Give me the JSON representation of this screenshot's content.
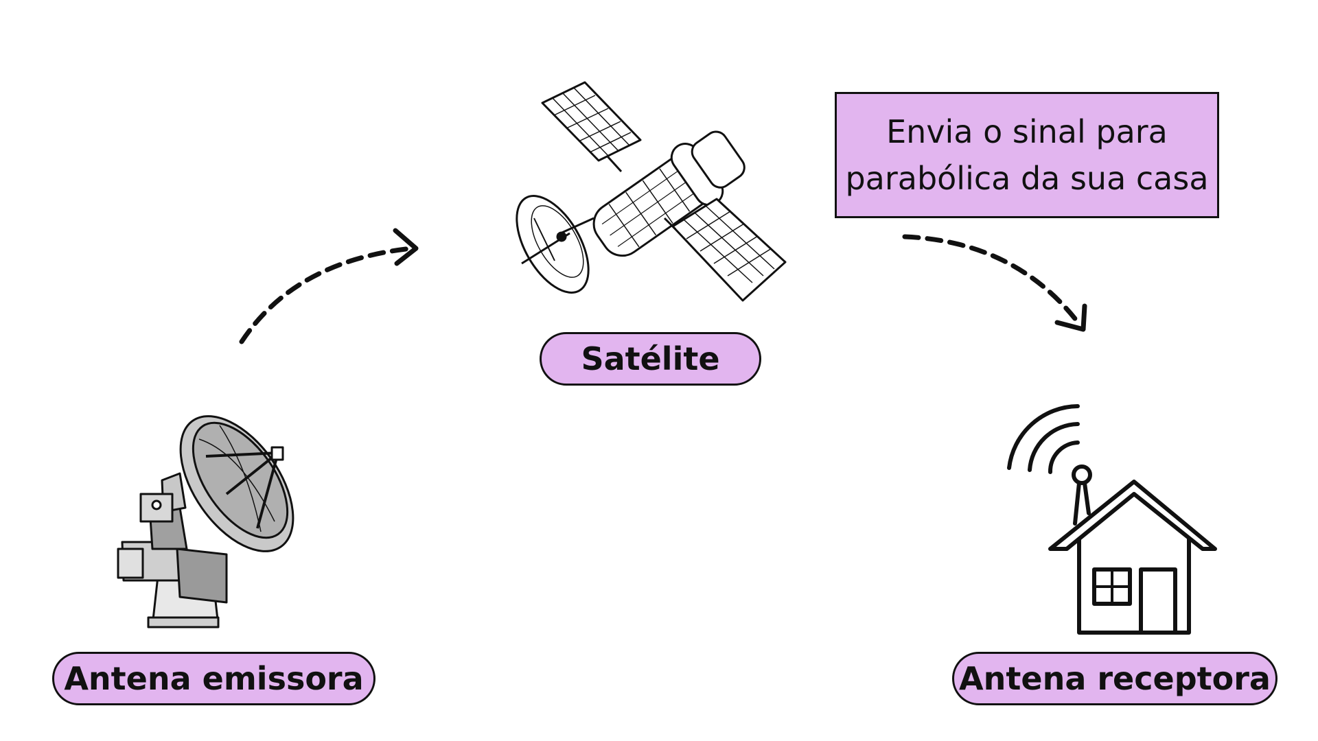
{
  "nodes": {
    "satellite": {
      "label": "Satélite",
      "icon": "satellite-icon"
    },
    "emitter": {
      "label": "Antena emissora",
      "icon": "satellite-dish-icon"
    },
    "receiver": {
      "label": "Antena receptora",
      "icon": "house-antenna-icon"
    }
  },
  "note": {
    "line1": "Envia o sinal para",
    "line2": "parabólica da sua casa"
  },
  "colors": {
    "accent": "#e2b5ef",
    "stroke": "#111111",
    "background": "#ffffff"
  }
}
